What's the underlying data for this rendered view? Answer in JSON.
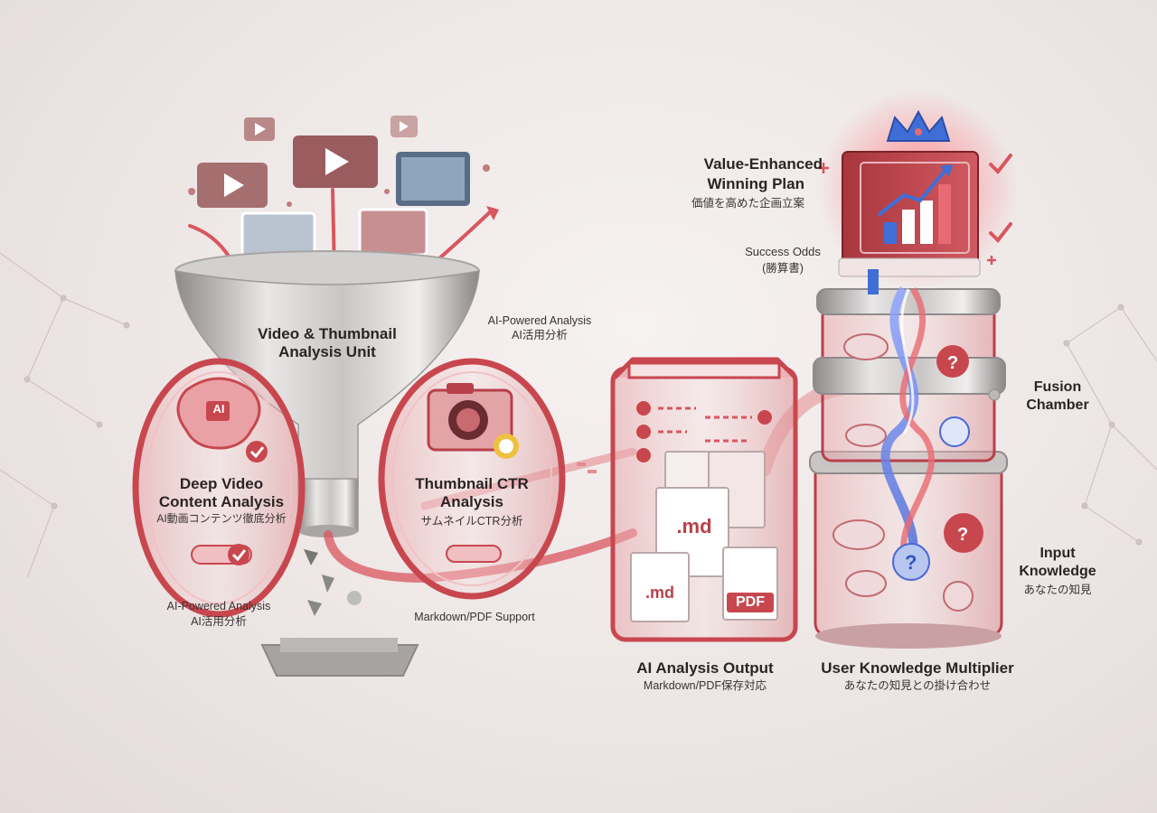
{
  "labels": {
    "value_plan_en_1": "Value-Enhanced",
    "value_plan_en_2": "Winning Plan",
    "value_plan_jp": "価値を高めた企画立案",
    "success_odds_en": "Success Odds",
    "success_odds_jp": "(勝算書)",
    "ai_powered_top_en": "AI-Powered Analysis",
    "ai_powered_top_jp": "AI活用分析",
    "funnel_1": "Video & Thumbnail",
    "funnel_2": "Analysis Unit",
    "deep_1": "Deep Video",
    "deep_2": "Content Analysis",
    "deep_jp": "AI動画コンテンツ徹底分析",
    "thumb_1": "Thumbnail CTR",
    "thumb_2": "Analysis",
    "thumb_jp": "サムネイルCTR分析",
    "ai_powered_bottom_en": "AI-Powered Analysis",
    "ai_powered_bottom_jp": "AI活用分析",
    "md_pdf_support": "Markdown/PDF Support",
    "output_en": "AI Analysis Output",
    "output_jp": "Markdown/PDF保存対応",
    "fusion_1": "Fusion",
    "fusion_2": "Chamber",
    "input_1": "Input",
    "input_2": "Knowledge",
    "input_jp": "あなたの知見",
    "multiplier_en": "User Knowledge Multiplier",
    "multiplier_jp": "あなたの知見との掛け合わせ",
    "ai_chip": "AI",
    "md_big": ".md",
    "md_small": ".md",
    "pdf": "PDF"
  },
  "colors": {
    "accent_red": "#d9565f",
    "deep_red": "#b8404a",
    "glow_blue": "#5d7fe0",
    "crown_blue": "#3f6fd6",
    "metal": "#b9b6b6"
  }
}
